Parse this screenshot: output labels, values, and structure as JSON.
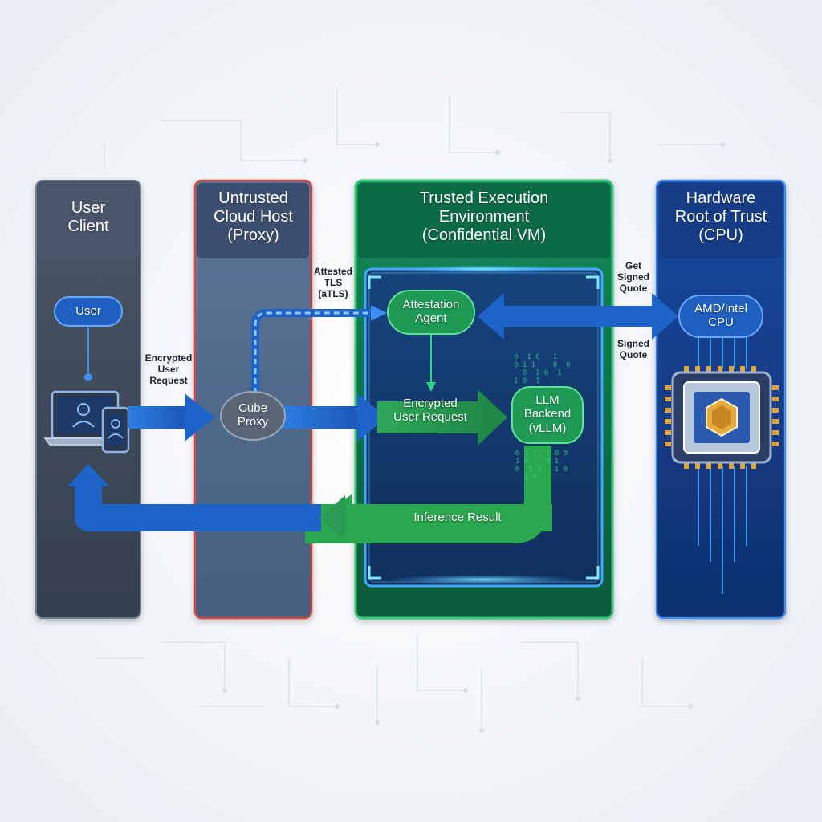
{
  "columns": {
    "client": {
      "title_line1": "User",
      "title_line2": "Client"
    },
    "proxy": {
      "title_line1": "Untrusted",
      "title_line2": "Cloud Host",
      "title_line3": "(Proxy)"
    },
    "tee": {
      "title_line1": "Trusted Execution",
      "title_line2": "Environment",
      "title_line3": "(Confidential VM)"
    },
    "hw": {
      "title_line1": "Hardware",
      "title_line2": "Root of Trust",
      "title_line3": "(CPU)"
    }
  },
  "nodes": {
    "user": "User",
    "cube_proxy_line1": "Cube",
    "cube_proxy_line2": "Proxy",
    "attestation_line1": "Attestation",
    "attestation_line2": "Agent",
    "llm_line1": "LLM",
    "llm_line2": "Backend",
    "llm_line3": "(vLLM)",
    "cpu_line1": "AMD/Intel",
    "cpu_line2": "CPU"
  },
  "labels": {
    "encrypted_user_request_client": [
      "Encrypted",
      "User",
      "Request"
    ],
    "attested_tls": [
      "Attested",
      "TLS",
      "(aTLS)"
    ],
    "get_signed_quote": [
      "Get",
      "Signed",
      "Quote"
    ],
    "signed_quote": [
      "Signed",
      "Quote"
    ],
    "encrypted_user_request_tee": [
      "Encrypted",
      "User Request"
    ],
    "inference_result": "Inference Result"
  },
  "binary_glyphs": {
    "top": "0  1 0   1\n0 1 1    0  0\n  0  1 0  1\n1 0  1",
    "bottom": "0 1 1  1 0 0\n1 0    0 1\n0  1 1   1 0\n  1 0"
  },
  "colors": {
    "client_panel": "#3d4a5c",
    "proxy_panel": "#4d6785",
    "proxy_border": "#d2463f",
    "tee_panel": "#0f6b45",
    "tee_border": "#35c97a",
    "hw_panel": "#123a86",
    "hw_border": "#3f8ef0",
    "flow_blue": "#1e64c8",
    "flow_green": "#2aa84f"
  }
}
